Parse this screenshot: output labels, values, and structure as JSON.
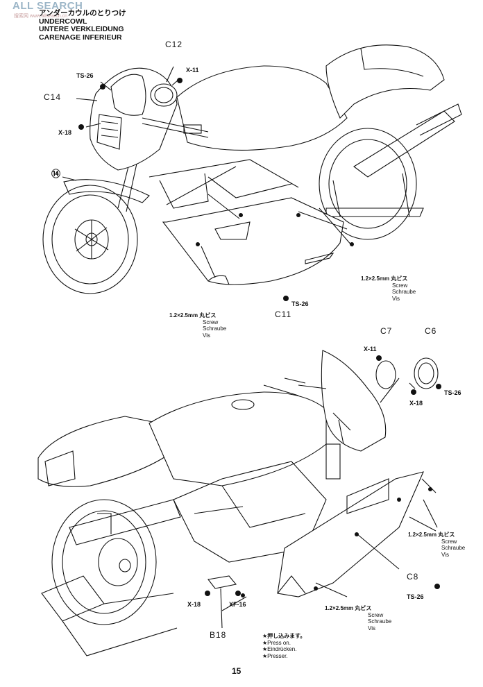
{
  "header": {
    "watermark": "ALL SEARCH",
    "watermark_sub": "搜索网 www.allsearch.cn",
    "title_jp": "アンダーカウルのとりつけ",
    "title_en": "UNDERCOWL",
    "title_de": "UNTERE VERKLEIDUNG",
    "title_fr": "CARENAGE INFERIEUR"
  },
  "top_diagram": {
    "labels": {
      "c12": "C12",
      "c14": "C14",
      "c11": "C11",
      "ts26_a": "TS-26",
      "ts26_b": "TS-26",
      "x11": "X-11",
      "x18": "X-18",
      "step": "⑭"
    },
    "screw_right": {
      "size": "1.2×2.5mm 丸ビス",
      "en": "Screw",
      "de": "Schraube",
      "fr": "Vis"
    },
    "screw_left": {
      "size": "1.2×2.5mm 丸ビス",
      "en": "Screw",
      "de": "Schraube",
      "fr": "Vis"
    }
  },
  "bottom_diagram": {
    "labels": {
      "c7": "C7",
      "c6": "C6",
      "x11": "X-11",
      "x18_top": "X-18",
      "ts26_top": "TS-26",
      "c8": "C8",
      "ts26_bottom": "TS-26",
      "x18_bottom": "X-18",
      "xf16": "XF-16",
      "b18": "B18"
    },
    "screw_right": {
      "size": "1.2×2.5mm 丸ビス",
      "en": "Screw",
      "de": "Schraube",
      "fr": "Vis"
    },
    "screw_bottom": {
      "size": "1.2×2.5mm 丸ビス",
      "en": "Screw",
      "de": "Schraube",
      "fr": "Vis"
    },
    "press": {
      "jp": "★押し込みます。",
      "en": "★Press on.",
      "de": "★Eindrücken.",
      "fr": "★Presser."
    }
  },
  "footer": {
    "page": "15"
  }
}
